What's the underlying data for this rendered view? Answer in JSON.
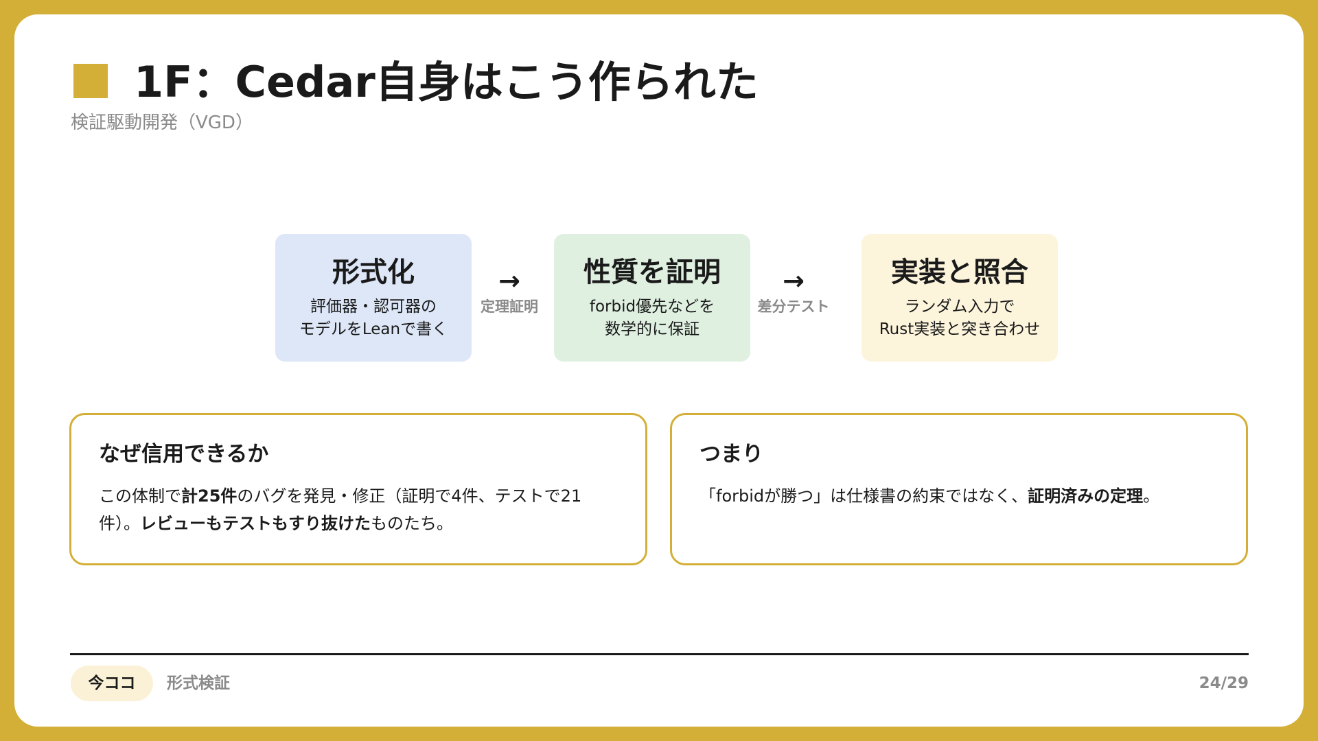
{
  "header": {
    "title": "1F：Cedar自身はこう作られた",
    "subtitle": "検証駆動開発（VGD）"
  },
  "flow": {
    "steps": [
      {
        "title": "形式化",
        "lines": [
          "評価器・認可器の",
          "モデルをLeanで書く"
        ],
        "color": "#dde7f7"
      },
      {
        "title": "性質を証明",
        "lines": [
          "forbid優先などを",
          "数学的に保証"
        ],
        "color": "#dff0e1"
      },
      {
        "title": "実装と照合",
        "lines": [
          "ランダム入力で",
          "Rust実装と突き合わせ"
        ],
        "color": "#fdf4dc"
      }
    ],
    "arrows": [
      {
        "glyph": "→",
        "label": "定理証明"
      },
      {
        "glyph": "→",
        "label": "差分テスト"
      }
    ]
  },
  "cards": [
    {
      "title": "なぜ信用できるか",
      "body": [
        {
          "text": "この体制で",
          "bold": false
        },
        {
          "text": "計25件",
          "bold": true
        },
        {
          "text": "のバグを発見・修正（証明で4件、テストで21件）。",
          "bold": false
        },
        {
          "text": "レビューもテストもすり抜けた",
          "bold": true
        },
        {
          "text": "ものたち。",
          "bold": false
        }
      ]
    },
    {
      "title": "つまり",
      "body": [
        {
          "text": "「forbidが勝つ」は仕様書の約束ではなく、",
          "bold": false
        },
        {
          "text": "証明済みの定理",
          "bold": true
        },
        {
          "text": "。",
          "bold": false
        }
      ]
    }
  ],
  "footer": {
    "badge": "今ココ",
    "section": "形式検証",
    "page": "24/29"
  },
  "colors": {
    "accent": "#d4af37",
    "badge_bg": "#fbf1d6"
  }
}
